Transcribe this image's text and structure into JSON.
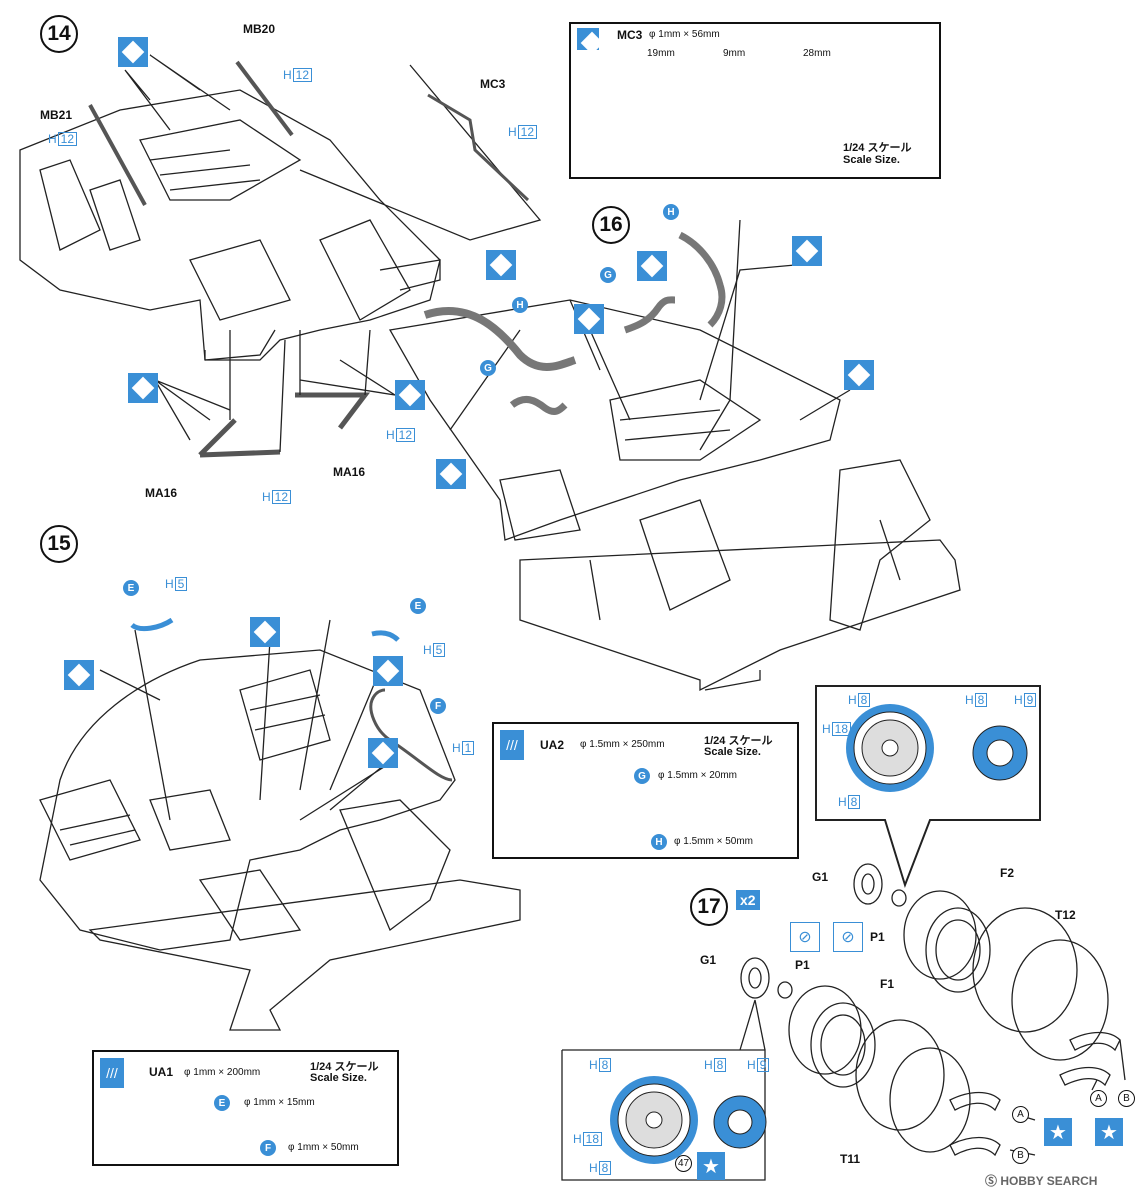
{
  "steps": {
    "s14": "14",
    "s15": "15",
    "s16": "16",
    "s17": "17",
    "x2": "x2"
  },
  "parts": {
    "mb20": "MB20",
    "mb21": "MB21",
    "mc3": "MC3",
    "ma16": "MA16",
    "g1": "G1",
    "p1": "P1",
    "f1": "F1",
    "f2": "F2",
    "t11": "T11",
    "t12": "T12"
  },
  "paint": {
    "h12": "12",
    "h5": "5",
    "h1": "1",
    "h8": "8",
    "h9": "9",
    "h18": "18",
    "prefix": "H"
  },
  "letters": {
    "e": "E",
    "f": "F",
    "g": "G",
    "h": "H",
    "a": "A",
    "b": "B"
  },
  "mc3_panel": {
    "title": "MC3",
    "spec": "φ 1mm × 56mm",
    "seg1": "19mm",
    "seg2": "9mm",
    "seg3": "28mm",
    "scale1": "1/24 スケール",
    "scale2": "Scale Size."
  },
  "ua2_panel": {
    "title": "UA2",
    "spec": "φ 1.5mm × 250mm",
    "scale1": "1/24 スケール",
    "scale2": "Scale Size.",
    "g_len": "φ 1.5mm × 20mm",
    "h_len": "φ 1.5mm × 50mm"
  },
  "ua1_panel": {
    "title": "UA1",
    "spec": "φ 1mm × 200mm",
    "scale1": "1/24 スケール",
    "scale2": "Scale Size.",
    "e_len": "φ 1mm × 15mm",
    "f_len": "φ 1mm × 50mm"
  },
  "decal_no": "47",
  "watermark": "HOBBY SEARCH",
  "colors": {
    "accent": "#3a8fd6",
    "line": "#111111"
  }
}
